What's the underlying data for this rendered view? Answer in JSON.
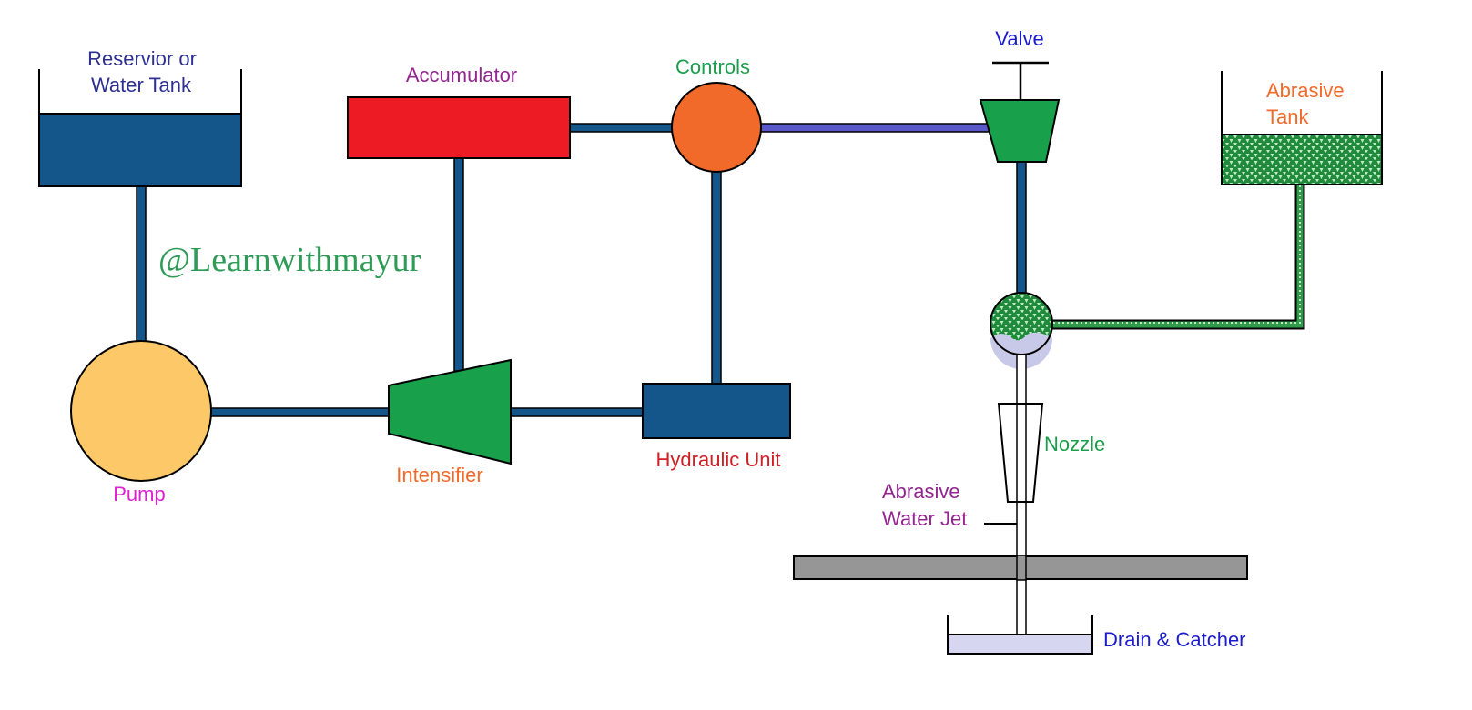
{
  "labels": {
    "reservoir": [
      "Reservior or",
      "Water Tank"
    ],
    "accumulator": "Accumulator",
    "controls": "Controls",
    "valve": "Valve",
    "abrasive_tank": [
      "Abrasive",
      "Tank"
    ],
    "watermark": "@Learnwithmayur",
    "pump": "Pump",
    "intensifier": "Intensifier",
    "hydraulic_unit": "Hydraulic Unit",
    "nozzle": "Nozzle",
    "abrasive_jet": [
      "Abrasive",
      "Water Jet"
    ],
    "drain": "Drain & Catcher"
  },
  "colors": {
    "reservoir_fill": "#14558a",
    "accumulator_fill": "#ed1c24",
    "controls_fill": "#f26a2a",
    "valve_fill": "#18a04a",
    "abrasive_fill": "#1f8a3a",
    "pump_fill": "#fdc968",
    "intensifier_fill": "#18a04a",
    "hydraulic_fill": "#14558a",
    "workpiece_fill": "#969696",
    "drain_fill": "#d6d6f0",
    "pipe_core": "#14558a",
    "pipe_core_blue": "#5a58c8",
    "reservoir_text": "#2e3192",
    "accumulator_text": "#92278f",
    "controls_text": "#1b9e4b",
    "valve_text": "#1c1ccf",
    "abrasive_text": "#f26a2a",
    "watermark_text": "#2e9b57",
    "pump_text": "#e020d0",
    "intensifier_text": "#f26a2a",
    "hydraulic_text": "#d11f26",
    "nozzle_text": "#1b9e4b",
    "jet_text": "#92278f",
    "drain_text": "#1c1ccf"
  }
}
